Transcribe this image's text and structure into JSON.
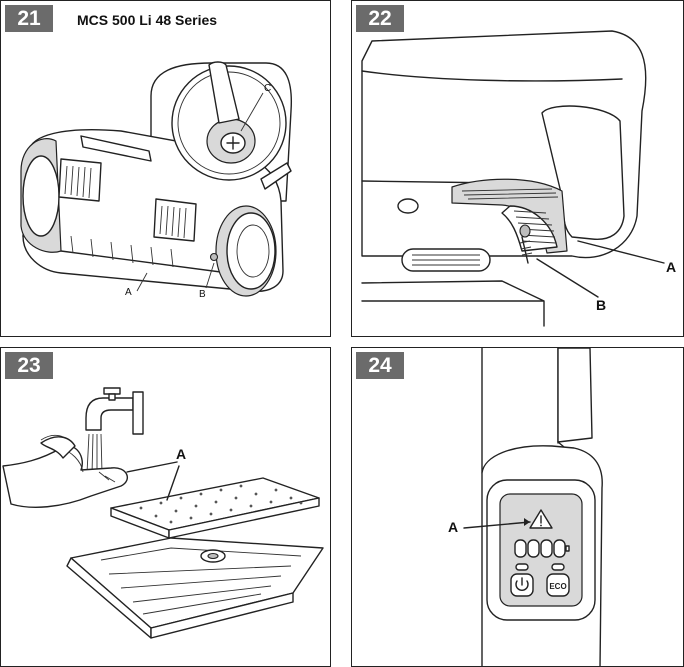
{
  "panels": [
    {
      "step": "21",
      "title": "MCS 500 Li 48 Series",
      "callouts": [
        "A",
        "B",
        "C"
      ]
    },
    {
      "step": "22",
      "callouts": [
        "A",
        "B"
      ]
    },
    {
      "step": "23",
      "callouts": [
        "A"
      ]
    },
    {
      "step": "24",
      "callouts": [
        "A"
      ]
    }
  ],
  "colors": {
    "badge_bg": "#6b6b6b",
    "badge_text": "#ffffff",
    "line": "#222222",
    "shade": "#d9d9d9"
  },
  "icons": [
    "warning-triangle-icon",
    "power-button-icon",
    "eco-button-icon",
    "screw-icon",
    "water-tap-icon"
  ]
}
